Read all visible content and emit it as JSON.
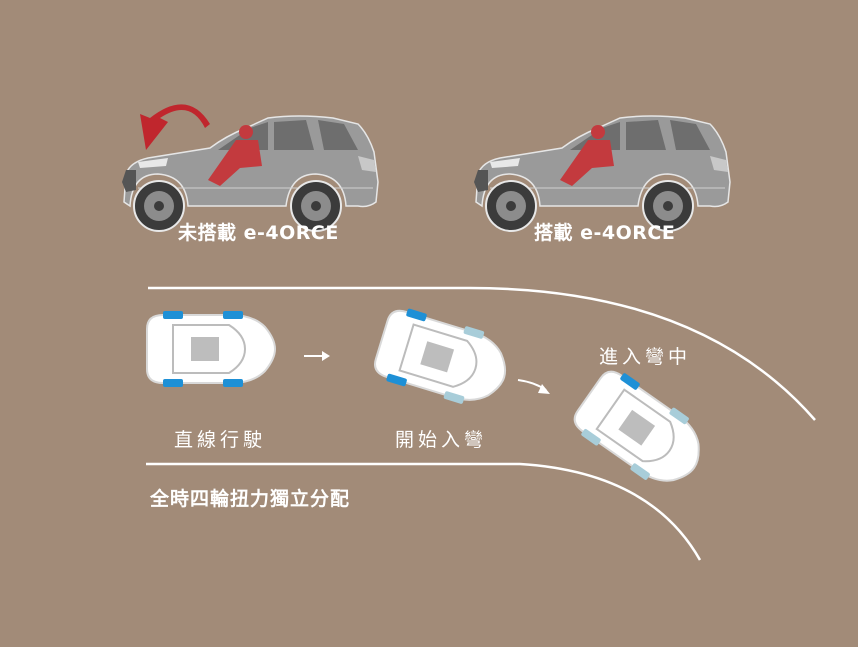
{
  "colors": {
    "background": "#a28b78",
    "car_body": "#9a9a9a",
    "car_dark": "#4a4a4a",
    "driver": "#c33a3e",
    "arrow": "#c0262d",
    "tire_active": "#1e90d6",
    "tire_idle": "#a8cdd9",
    "road_line": "#ffffff"
  },
  "icons": {
    "pitch_arrow": "curved-arrow-icon",
    "flow_arrows": "arrow-right-icon"
  },
  "cars": {
    "without": {
      "label": "未搭載 e-4ORCE"
    },
    "with": {
      "label": "搭載 e-4ORCE"
    }
  },
  "stages": {
    "straight": {
      "label": "直線行駛"
    },
    "entering": {
      "label": "開始入彎"
    },
    "in_corner": {
      "label": "進入彎中"
    }
  },
  "caption": "全時四輪扭力獨立分配"
}
